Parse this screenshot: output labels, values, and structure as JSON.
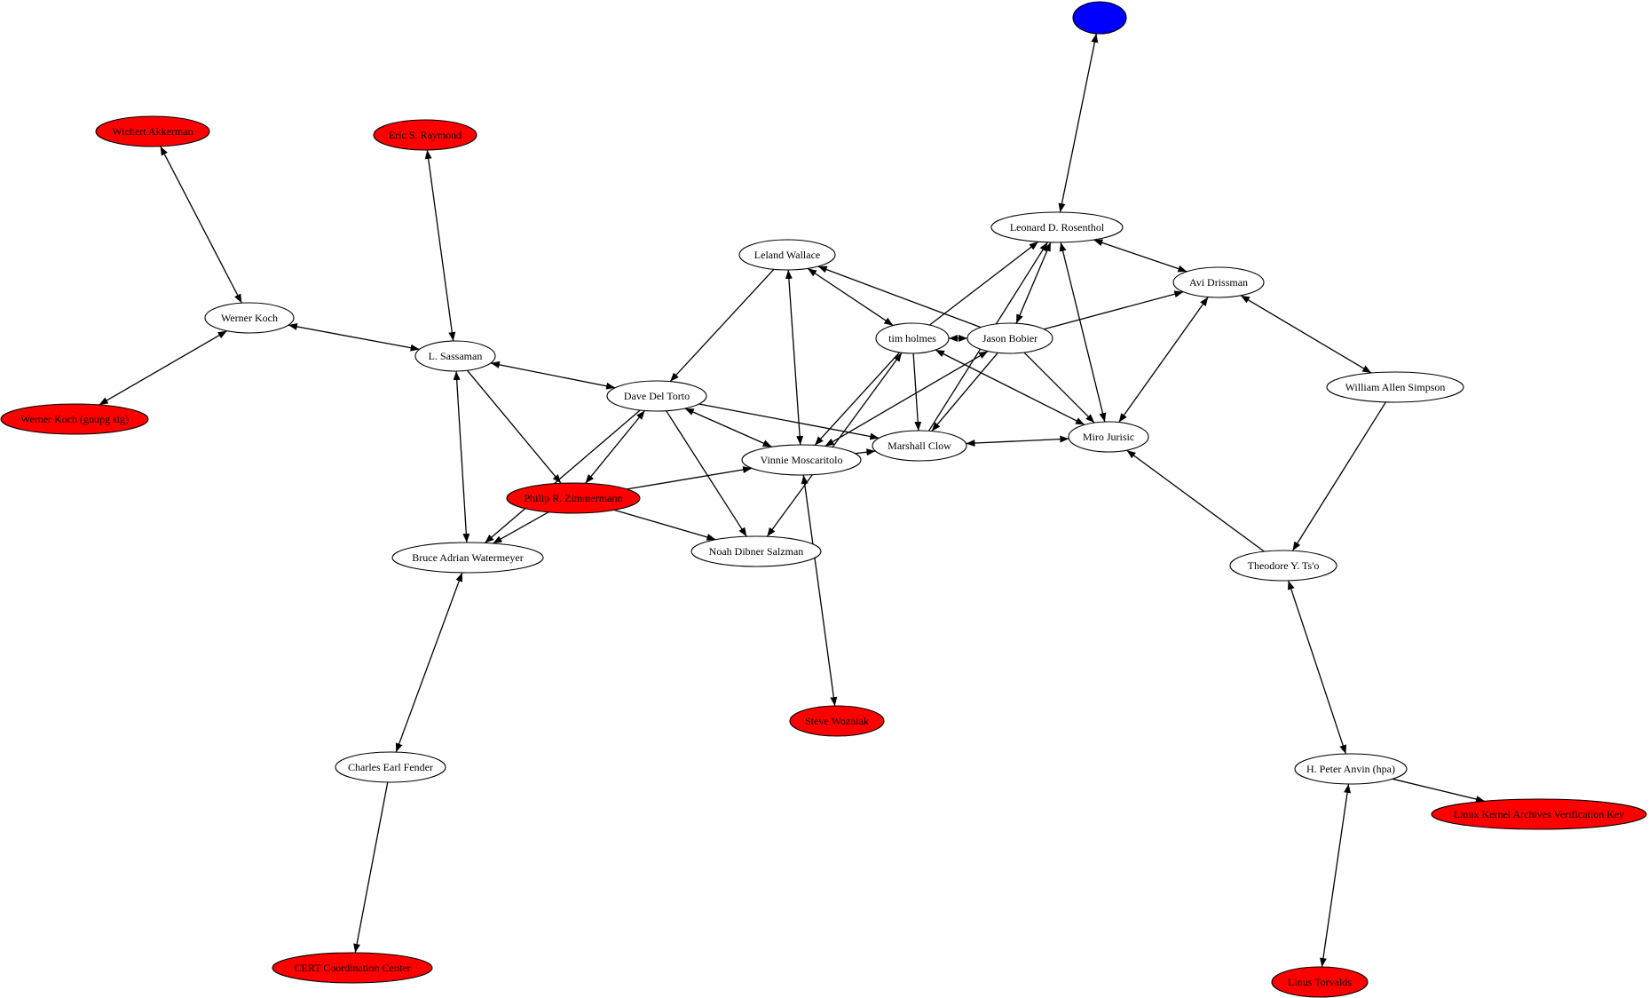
{
  "colors": {
    "red": "#ff0000",
    "blue": "#0000ff",
    "white": "#ffffff"
  },
  "nodes": [
    {
      "id": "blue_top",
      "label": "",
      "fill": "blue"
    },
    {
      "id": "wichert",
      "label": "Wichert Akkerman",
      "fill": "red"
    },
    {
      "id": "eric",
      "label": "Eric S. Raymond",
      "fill": "red"
    },
    {
      "id": "leonard",
      "label": "Leonard D. Rosenthol",
      "fill": "white"
    },
    {
      "id": "leland",
      "label": "Leland Wallace",
      "fill": "white"
    },
    {
      "id": "avi",
      "label": "Avi Drissman",
      "fill": "white"
    },
    {
      "id": "werner",
      "label": "Werner Koch",
      "fill": "white"
    },
    {
      "id": "tim",
      "label": "tim holmes",
      "fill": "white"
    },
    {
      "id": "jason",
      "label": "Jason Bobier",
      "fill": "white"
    },
    {
      "id": "sassaman",
      "label": "L. Sassaman",
      "fill": "white"
    },
    {
      "id": "william",
      "label": "William Allen Simpson",
      "fill": "white"
    },
    {
      "id": "dave",
      "label": "Dave Del Torto",
      "fill": "white"
    },
    {
      "id": "wernersig",
      "label": "Werner Koch (gnupg sig)",
      "fill": "red"
    },
    {
      "id": "miro",
      "label": "Miro Jurisic",
      "fill": "white"
    },
    {
      "id": "marshall",
      "label": "Marshall Clow",
      "fill": "white"
    },
    {
      "id": "vinnie",
      "label": "Vinnie Moscaritolo",
      "fill": "white"
    },
    {
      "id": "philip",
      "label": "Philip R. Zimmermann",
      "fill": "red"
    },
    {
      "id": "noah",
      "label": "Noah Dibner Salzman",
      "fill": "white"
    },
    {
      "id": "bruce",
      "label": "Bruce Adrian Watermeyer",
      "fill": "white"
    },
    {
      "id": "theodore",
      "label": "Theodore Y. Ts'o",
      "fill": "white"
    },
    {
      "id": "steve",
      "label": "Steve Wozniak",
      "fill": "red"
    },
    {
      "id": "charles",
      "label": "Charles Earl Fender",
      "fill": "white"
    },
    {
      "id": "hpa",
      "label": "H. Peter Anvin (hpa)",
      "fill": "white"
    },
    {
      "id": "linuxkey",
      "label": "Linux Kernel Archives Verification Key",
      "fill": "red"
    },
    {
      "id": "cert",
      "label": "CERT Coordination Center",
      "fill": "red"
    },
    {
      "id": "linus",
      "label": "Linus Torvalds",
      "fill": "red"
    }
  ],
  "edges": [
    {
      "from": "blue_top",
      "to": "leonard",
      "dir": "both"
    },
    {
      "from": "wichert",
      "to": "werner",
      "dir": "both"
    },
    {
      "from": "eric",
      "to": "sassaman",
      "dir": "both"
    },
    {
      "from": "werner",
      "to": "wernersig",
      "dir": "both"
    },
    {
      "from": "werner",
      "to": "sassaman",
      "dir": "both"
    },
    {
      "from": "sassaman",
      "to": "dave",
      "dir": "both"
    },
    {
      "from": "sassaman",
      "to": "bruce",
      "dir": "both"
    },
    {
      "from": "sassaman",
      "to": "philip",
      "dir": "forward"
    },
    {
      "from": "dave",
      "to": "philip",
      "dir": "both"
    },
    {
      "from": "dave",
      "to": "vinnie",
      "dir": "both"
    },
    {
      "from": "dave",
      "to": "noah",
      "dir": "forward"
    },
    {
      "from": "dave",
      "to": "bruce",
      "dir": "forward"
    },
    {
      "from": "dave",
      "to": "marshall",
      "dir": "forward"
    },
    {
      "from": "philip",
      "to": "vinnie",
      "dir": "forward"
    },
    {
      "from": "philip",
      "to": "noah",
      "dir": "forward"
    },
    {
      "from": "philip",
      "to": "bruce",
      "dir": "forward"
    },
    {
      "from": "leland",
      "to": "dave",
      "dir": "forward"
    },
    {
      "from": "leland",
      "to": "vinnie",
      "dir": "both"
    },
    {
      "from": "leland",
      "to": "tim",
      "dir": "both"
    },
    {
      "from": "jason",
      "to": "leland",
      "dir": "forward"
    },
    {
      "from": "tim",
      "to": "jason",
      "dir": "both"
    },
    {
      "from": "tim",
      "to": "leonard",
      "dir": "forward"
    },
    {
      "from": "tim",
      "to": "miro",
      "dir": "both"
    },
    {
      "from": "tim",
      "to": "marshall",
      "dir": "forward"
    },
    {
      "from": "tim",
      "to": "vinnie",
      "dir": "forward"
    },
    {
      "from": "tim",
      "to": "noah",
      "dir": "both"
    },
    {
      "from": "leonard",
      "to": "jason",
      "dir": "both"
    },
    {
      "from": "leonard",
      "to": "avi",
      "dir": "both"
    },
    {
      "from": "leonard",
      "to": "miro",
      "dir": "both"
    },
    {
      "from": "marshall",
      "to": "leonard",
      "dir": "forward"
    },
    {
      "from": "jason",
      "to": "avi",
      "dir": "forward"
    },
    {
      "from": "jason",
      "to": "vinnie",
      "dir": "both"
    },
    {
      "from": "jason",
      "to": "marshall",
      "dir": "forward"
    },
    {
      "from": "jason",
      "to": "miro",
      "dir": "forward"
    },
    {
      "from": "avi",
      "to": "miro",
      "dir": "both"
    },
    {
      "from": "avi",
      "to": "william",
      "dir": "both"
    },
    {
      "from": "vinnie",
      "to": "marshall",
      "dir": "forward"
    },
    {
      "from": "marshall",
      "to": "miro",
      "dir": "both"
    },
    {
      "from": "vinnie",
      "to": "steve",
      "dir": "both"
    },
    {
      "from": "theodore",
      "to": "miro",
      "dir": "forward"
    },
    {
      "from": "william",
      "to": "theodore",
      "dir": "forward"
    },
    {
      "from": "theodore",
      "to": "hpa",
      "dir": "both"
    },
    {
      "from": "hpa",
      "to": "linuxkey",
      "dir": "forward"
    },
    {
      "from": "linus",
      "to": "hpa",
      "dir": "both"
    },
    {
      "from": "bruce",
      "to": "charles",
      "dir": "both"
    },
    {
      "from": "charles",
      "to": "cert",
      "dir": "forward"
    }
  ]
}
